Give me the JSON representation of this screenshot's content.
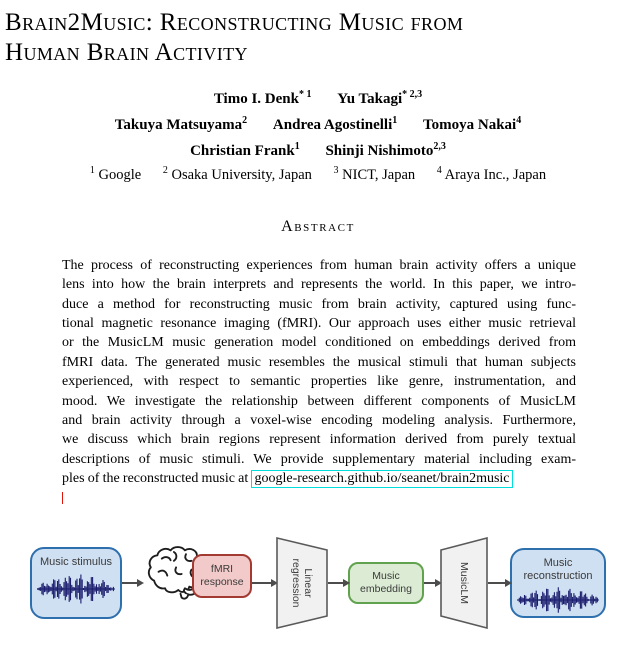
{
  "title": {
    "line1": "Brain2Music: Reconstructing Music from",
    "line2": "Human Brain Activity"
  },
  "authors": {
    "rows": [
      [
        {
          "name": "Timo I. Denk",
          "sup": "* 1"
        },
        {
          "name": "Yu Takagi",
          "sup": "* 2,3"
        }
      ],
      [
        {
          "name": "Takuya Matsuyama",
          "sup": "2"
        },
        {
          "name": "Andrea Agostinelli",
          "sup": "1"
        },
        {
          "name": "Tomoya Nakai",
          "sup": "4"
        }
      ],
      [
        {
          "name": "Christian Frank",
          "sup": "1"
        },
        {
          "name": "Shinji Nishimoto",
          "sup": "2,3"
        }
      ]
    ]
  },
  "affiliations": [
    {
      "sup": "1",
      "name": "Google"
    },
    {
      "sup": "2",
      "name": "Osaka University, Japan"
    },
    {
      "sup": "3",
      "name": "NICT, Japan"
    },
    {
      "sup": "4",
      "name": "Araya Inc., Japan"
    }
  ],
  "abstract": {
    "heading": "Abstract",
    "lines": [
      "The process of reconstructing experiences from human brain activity offers a unique",
      "lens into how the brain interprets and represents the world. In this paper, we intro-",
      "duce a method for reconstructing music from brain activity, captured using func-",
      "tional magnetic resonance imaging (fMRI). Our approach uses either music retrieval",
      "or the MusicLM music generation model conditioned on embeddings derived from",
      "fMRI data. The generated music resembles the musical stimuli that human subjects",
      "experienced, with respect to semantic properties like genre, instrumentation, and",
      "mood. We investigate the relationship between different components of MusicLM",
      "and brain activity through a voxel-wise encoding modeling analysis. Furthermore,",
      "we discuss which brain regions represent information derived from purely textual",
      "descriptions of music stimuli. We provide supplementary material including exam-"
    ],
    "last_line_prefix": "ples of the reconstructed music at ",
    "link_text": "google-research.github.io/seanet/brain2music"
  },
  "figure": {
    "music_stimulus_label": "Music stimulus",
    "fmri_response_label": "fMRI response",
    "linear_regression_label": "Linear regression",
    "music_embedding_label": "Music embedding",
    "musiclm_label": "MusicLM",
    "music_reconstruction_label": "Music reconstruction"
  },
  "colors": {
    "box_blue_fill": "#cfe0f2",
    "box_blue_border": "#2e6fae",
    "box_red_fill": "#f3caca",
    "box_red_border": "#a23a32",
    "box_green_fill": "#dcecd4",
    "box_green_border": "#61a24e",
    "trapezoid_fill": "#f1f1f1",
    "trapezoid_border": "#5a5a5a",
    "waveform": "#1b1c6e",
    "link_box": "#00dede",
    "link_marker": "#e0150a",
    "arrow": "#4c4c4c"
  }
}
